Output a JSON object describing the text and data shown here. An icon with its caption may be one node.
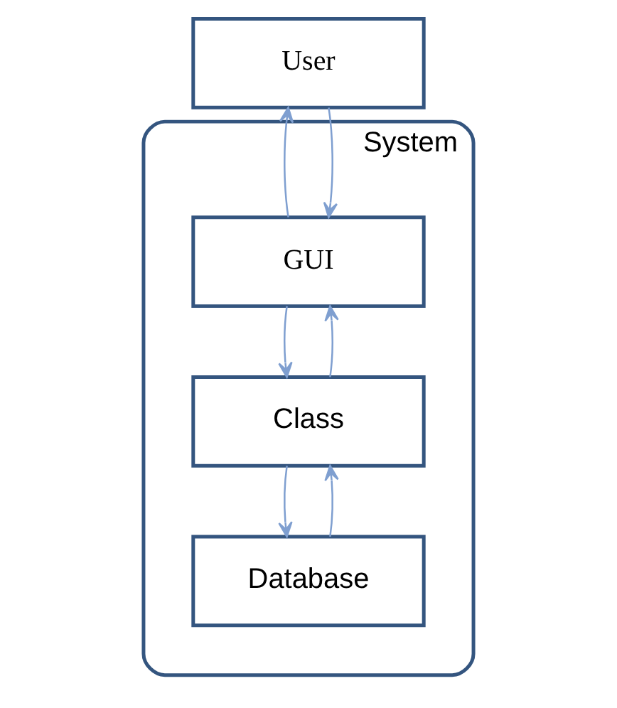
{
  "diagram": {
    "nodes": [
      {
        "text": [
          "User"
        ]
      },
      {
        "text": [
          "System"
        ]
      },
      {
        "text": [
          "GUI"
        ],
        "in": 1
      },
      {
        "text": [
          "Class"
        ],
        "in": 1
      },
      {
        "text": [
          "Database"
        ],
        "in": 1
      }
    ],
    "edges": [
      {
        "from": 0,
        "to": 2,
        "arrow": "to"
      },
      {
        "from": 2,
        "to": 0,
        "arrow": "to"
      },
      {
        "from": 2,
        "to": 3,
        "arrow": "to"
      },
      {
        "from": 3,
        "to": 2,
        "arrow": "to"
      },
      {
        "from": 3,
        "to": 4,
        "arrow": "to"
      },
      {
        "from": 4,
        "to": 3,
        "arrow": "to"
      }
    ]
  }
}
